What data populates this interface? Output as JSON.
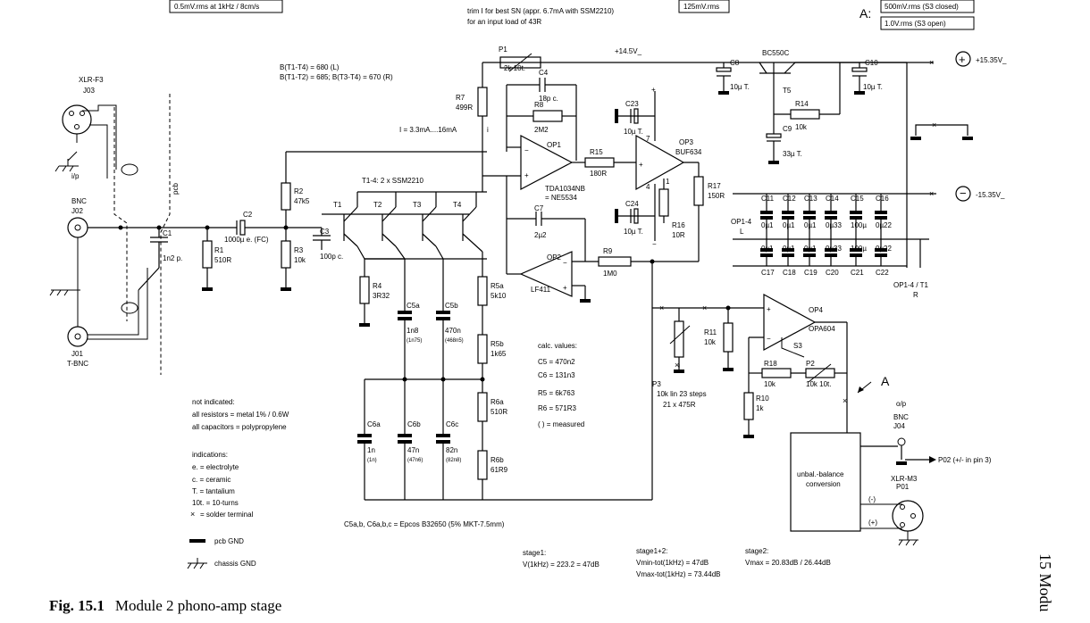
{
  "caption": {
    "fig": "Fig. 15.1",
    "title": "Module 2 phono-amp stage"
  },
  "side_header": "15 Modu",
  "top_boxes": {
    "left": "0.5mV.rms at 1kHz / 8cm/s",
    "mid": "125mV.rms",
    "right1": "500mV.rms (S3 closed)",
    "right2": "1.0V.rms (S3 open)",
    "a_label": "A:"
  },
  "notes": {
    "trim1": "trim I for best SN (appr. 6.7mA with SSM2210)",
    "trim2": "for an input load of 43R",
    "beta1": "B(T1-T4) = 680 (L)",
    "beta2": "B(T1-T2) = 685; B(T3-T4) = 670 (R)",
    "current": "I = 3.3mA....16mA",
    "t14": "T1-4: 2 x SSM2210",
    "pcb": "pcb",
    "calc_title": "calc. values:",
    "calc1": "C5 = 470n2",
    "calc2": "C6 = 131n3",
    "calc3": "R5 = 6k763",
    "calc4": "R6 = 571R3",
    "calc5": "( ) = measured",
    "notind_title": "not indicated:",
    "notind1": "all resistors = metal 1% / 0.6W",
    "notind2": "all capacitors = polypropylene",
    "ind_title": "indications:",
    "ind1": "e. = electrolyte",
    "ind2": "c. = ceramic",
    "ind3": "T. = tantalium",
    "ind4": "10t. = 10-turns",
    "ind5": "= solder terminal",
    "gnd_pcb": "pcb GND",
    "gnd_chassis": "chassis GND",
    "epcos": "C5a,b, C6a,b,c = Epcos B32650 (5% MKT-7.5mm)",
    "stage1_t": "stage1:",
    "stage1_v": "V(1kHz) = 223.2 = 47dB",
    "stage12_t": "stage1+2:",
    "stage12_a": "Vmin-tot(1kHz) = 47dB",
    "stage12_b": "Vmax-tot(1kHz) = 73.44dB",
    "stage2_t": "stage2:",
    "stage2_v": "Vmax = 20.83dB / 26.44dB"
  },
  "connectors": {
    "xlrf": "XLR-F3",
    "j03": "J03",
    "ip": "i/p",
    "bnc": "BNC",
    "j02": "J02",
    "j01": "J01",
    "tbnc": "T-BNC",
    "op_lbl": "o/p",
    "bnc2": "BNC",
    "j04": "J04",
    "p02": "P02 (+/- in pin 3)",
    "xlrm": "XLR-M3",
    "p01": "P01",
    "minus": "(-)",
    "plus": "(+)",
    "bal": "unbal.-balance",
    "bal2": "conversion"
  },
  "components": {
    "c1": "C1",
    "c1v": "1n2 p.",
    "r1": "R1",
    "r1v": "510R",
    "c2": "C2",
    "c2v": "1000µ e. (FC)",
    "r2": "R2",
    "r2v": "47k5",
    "r3": "R3",
    "r3v": "10k",
    "c3": "C3",
    "c3v": "100p c.",
    "t1": "T1",
    "t2": "T2",
    "t3": "T3",
    "t4": "T4",
    "r4": "R4",
    "r4v": "3R32",
    "c5a": "C5a",
    "c5av": "1n8",
    "c5am": "(1n75)",
    "c5b": "C5b",
    "c5bv": "470n",
    "c5bm": "(468n5)",
    "c6a": "C6a",
    "c6av": "1n",
    "c6am": "(1n)",
    "c6b": "C6b",
    "c6bv": "47n",
    "c6bm": "(47n6)",
    "c6c": "C6c",
    "c6cv": "82n",
    "c6cm": "(82n8)",
    "r5a": "R5a",
    "r5av": "5k10",
    "r5b": "R5b",
    "r5bv": "1k65",
    "r6a": "R6a",
    "r6av": "510R",
    "r6b": "R6b",
    "r6bv": "61R9",
    "r7": "R7",
    "r7v": "499R",
    "i_lbl": "i",
    "p1": "P1",
    "p1v": "2k 10t.",
    "c4": "C4",
    "c4v": "18p c.",
    "r8": "R8",
    "r8v": "2M2",
    "op1": "OP1",
    "op1v": "TDA1034NB",
    "op1v2": "= NE5534",
    "r15": "R15",
    "r15v": "180R",
    "c23": "C23",
    "c23v": "10µ T.",
    "op3": "OP3",
    "op3v": "BUF634",
    "r17": "R17",
    "r17v": "150R",
    "c24": "C24",
    "c24v": "10µ T.",
    "r16": "R16",
    "r16v": "10R",
    "c7": "C7",
    "c7v": "2µ2",
    "op2": "OP2",
    "op2v": "LF411",
    "r9": "R9",
    "r9v": "1M0",
    "v145": "+14.5V_",
    "c8": "C8",
    "c8v": "10µ T.",
    "bc": "BC550C",
    "t5": "T5",
    "r14": "R14",
    "r14v": "10k",
    "c9": "C9",
    "c9v": "33µ T.",
    "c10": "C10",
    "c10v": "10µ T.",
    "vp": "+15.35V_",
    "vn": "-15.35V_",
    "op14l": "OP1-4",
    "op14l2": "L",
    "op14r": "OP1-4 / T1",
    "op14r2": "R",
    "cap_val_top": [
      "0µ1",
      "0µ1",
      "0µ1",
      "0µ33",
      "100µ",
      "0µ22"
    ],
    "cap_val_bot": [
      "0µ1",
      "0µ1",
      "0µ1",
      "0µ33",
      "100µ",
      "0µ22"
    ],
    "c11": "C11",
    "c12": "C12",
    "c13": "C13",
    "c14": "C14",
    "c15": "C15",
    "c16": "C16",
    "c17": "C17",
    "c18": "C18",
    "c19": "C19",
    "c20": "C20",
    "c21": "C21",
    "c22": "C22",
    "op4": "OP4",
    "op4v": "OPA604",
    "r11": "R11",
    "r11v": "10k",
    "s3": "S3",
    "r18": "R18",
    "r18v": "10k",
    "p2": "P2",
    "p2v": "10k 10t.",
    "p3": "P3",
    "p3v": "10k lin 23 steps",
    "p3v2": "21 x 475R",
    "r10": "R10",
    "r10v": "1k",
    "a_pt": "A"
  }
}
